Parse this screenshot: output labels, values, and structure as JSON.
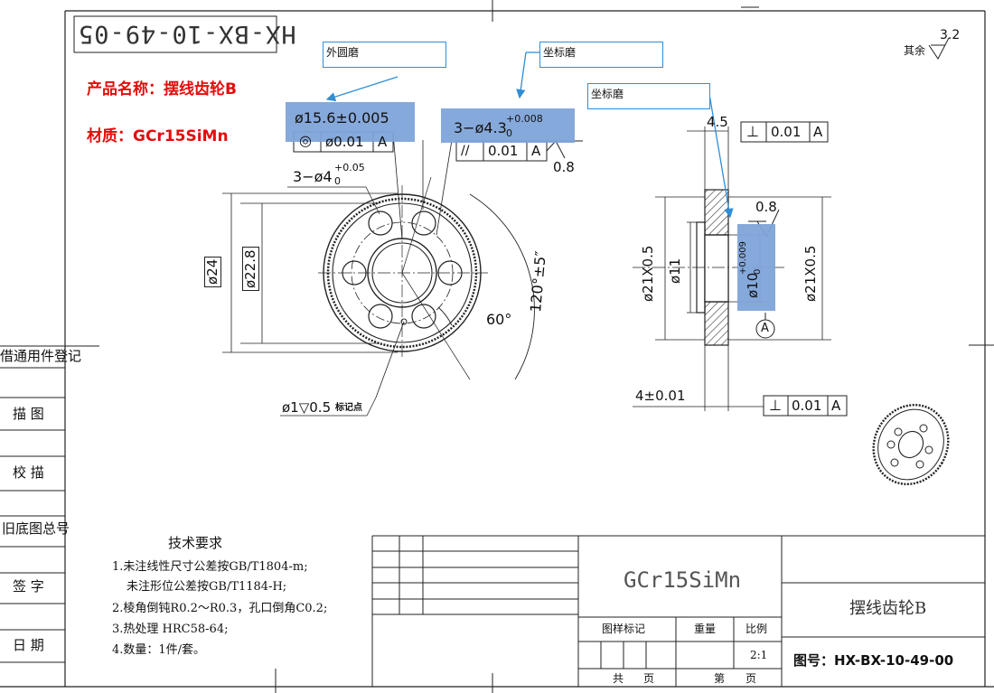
{
  "drawing_number_mirrored": "HX-BX-10-49-05",
  "product_name_line": "产品名称：摆线齿轮B",
  "material_line": "材质：GCr15SiMn",
  "callouts": {
    "outer_grind": "外圆磨",
    "coord_grind_1": "坐标磨",
    "coord_grind_2": "坐标磨"
  },
  "roughness": {
    "rest": "其余",
    "value": "3.2"
  },
  "front_view": {
    "bore_dia": "ø15.6±0.005",
    "concentricity": "◎",
    "concentricity_tol": "ø0.01",
    "datum_a": "A",
    "holes_1": "3−ø4.3",
    "holes_1_tol_up": "+0.008",
    "holes_1_tol_low": "0",
    "holes_1_frame_sym": "//",
    "holes_1_frame_tol": "0.01",
    "holes_1_frame_datum": "A",
    "holes_1_rough": "0.8",
    "holes_2": "3−ø4",
    "holes_2_tol_up": "+0.05",
    "holes_2_tol_low": "0",
    "dia_24": "ø24",
    "dia_22_8": "ø22.8",
    "angle_120": "120°±5″",
    "angle_60": "60°",
    "mark_hole": "ø1▽0.5",
    "mark_hole_note": "标记点"
  },
  "side_view": {
    "thick_4_5": "4.5",
    "perp_sym": "⊥",
    "perp_tol": "0.01",
    "perp_datum": "A",
    "dia_21_left": "ø21X0.5",
    "dia_11": "ø11",
    "dia_10": "ø10",
    "dia_10_tol_up": "+0.009",
    "dia_10_tol_low": "0",
    "rough_0_8": "0.8",
    "dia_21_right": "ø21X0.5",
    "datum_circle": "A",
    "width_4": "4±0.01",
    "perp2_sym": "⊥",
    "perp2_tol": "0.01",
    "perp2_datum": "A"
  },
  "left_column": [
    "借通用件登记",
    "描 图",
    "校 描",
    "旧底图总号",
    "签 字",
    "日 期"
  ],
  "tech_requirements": {
    "title": "技术要求",
    "items": [
      "1.未注线性尺寸公差按GB/T1804-m;",
      "未注形位公差按GB/T1184-H;",
      "2.棱角倒钝R0.2～R0.3，孔口倒角C0.2;",
      "3.热处理 HRC58-64;",
      "4.数量：1件/套。"
    ]
  },
  "title_block": {
    "material": "GCr15SiMn",
    "part_name": "摆线齿轮B",
    "sample_mark_label": "图样标记",
    "weight_label": "重量",
    "scale_label": "比例",
    "scale_value": "2:1",
    "total_label": "共",
    "page_label": "页",
    "sheet_label": "第",
    "sheet_page_label": "页",
    "drawing_number": "图号：HX-BX-10-49-00"
  }
}
